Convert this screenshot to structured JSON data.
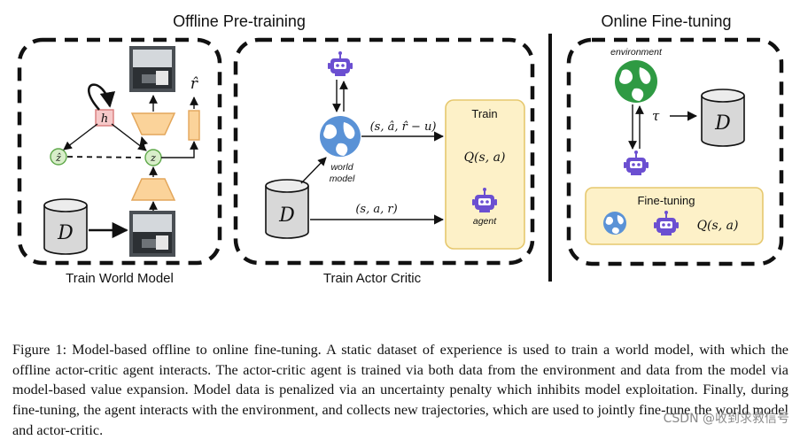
{
  "titles": {
    "offline": "Offline Pre-training",
    "online": "Online Fine-tuning"
  },
  "world_model_panel": {
    "title": "Train World Model",
    "h_label": "h",
    "z_label": "z",
    "zhat_label": "ẑ",
    "rhat_label": "r̂",
    "dataset_label": "D"
  },
  "actor_critic_panel": {
    "title": "Train Actor Critic",
    "world_model_label_1": "world",
    "world_model_label_2": "model",
    "model_tuple": "(s, â, r̂ − u)",
    "data_tuple": "(s, a, r)",
    "dataset_label": "D",
    "train_box_title": "Train",
    "q_label": "Q(s, a)",
    "agent_label": "agent"
  },
  "finetune_panel": {
    "environment_label": "environment",
    "tau_label": "τ",
    "dataset_label": "D",
    "finetune_box_title": "Fine-tuning",
    "q_label": "Q(s, a)"
  },
  "caption": {
    "number": "Figure 1:",
    "text": "Model-based offline to online fine-tuning. A static dataset of experience is used to train a world model, with which the offline actor-critic agent interacts. The actor-critic agent is trained via both data from the environment and data from the model via model-based value expansion. Model data is penalized via an uncertainty penalty which inhibits model exploitation. Finally, during fine-tuning, the agent interacts with the environment, and collects new trajectories, which are used to jointly fine-tune the world model and actor-critic."
  },
  "watermark": "CSDN @收到求救信号",
  "colors": {
    "train_box_fill": "#fdf1c8",
    "train_box_stroke": "#e6c86e",
    "world_blue": "#5a92d6",
    "world_green": "#2f9a43",
    "agent_purple": "#6b4fd1",
    "h_box": "#f6c9c9",
    "z_node": "#d8eec9",
    "trapezoid": "#fbd39a",
    "rhat_bar": "#fbd39a"
  }
}
